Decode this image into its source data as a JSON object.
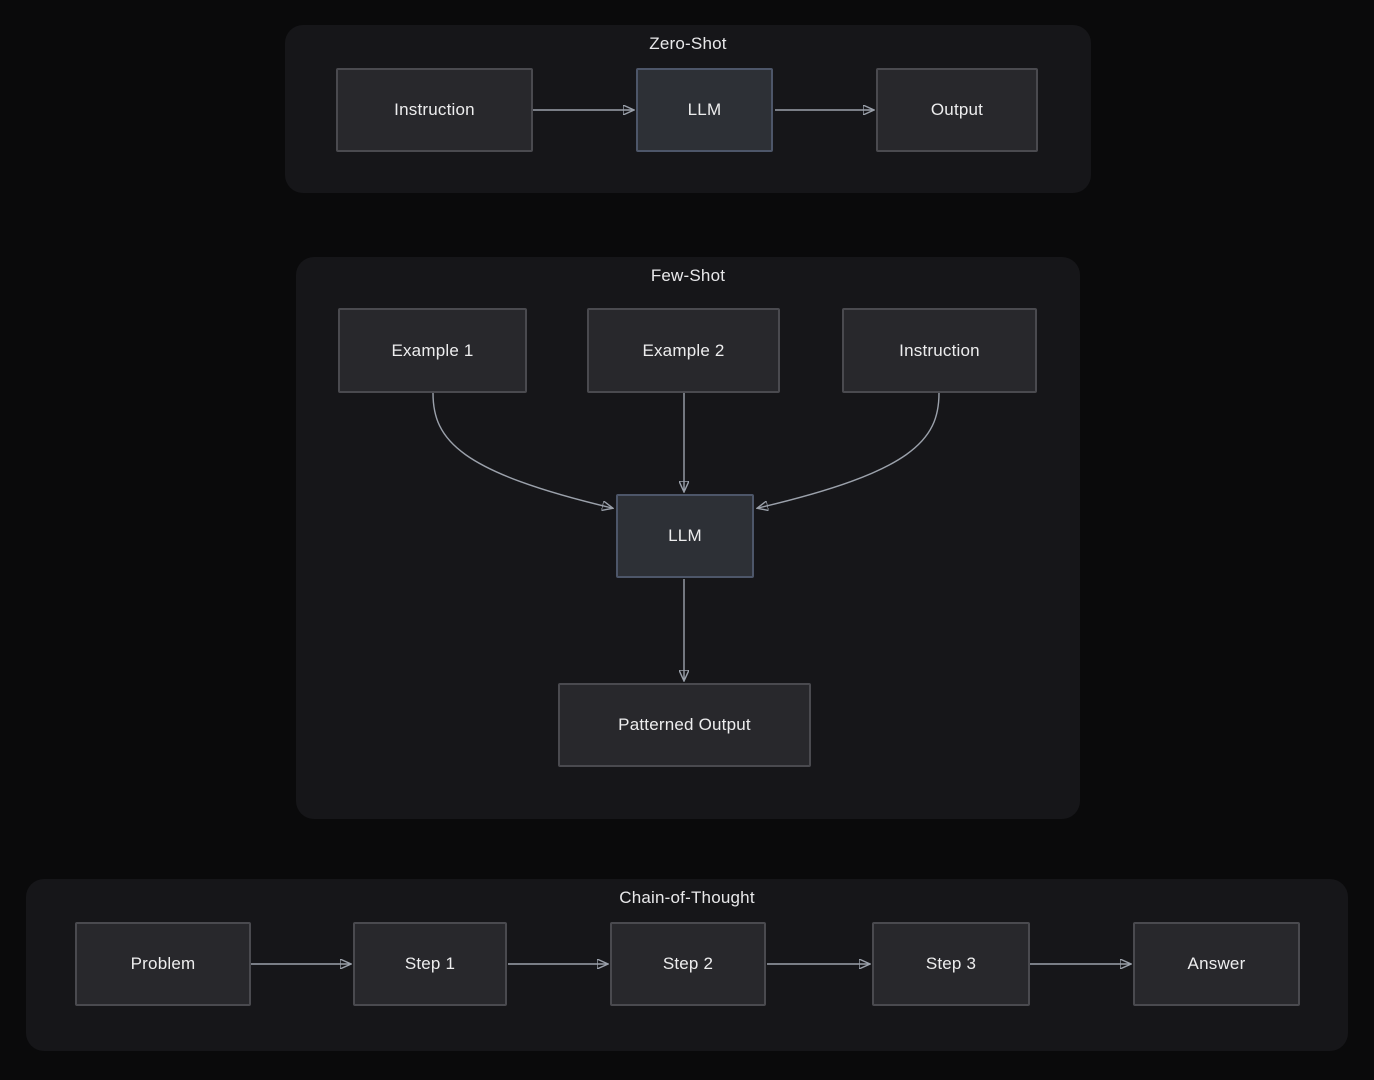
{
  "colors": {
    "background": "#0a0a0b",
    "panel": "#161619",
    "node_fill": "#28282c",
    "node_border": "#4a4a4f",
    "llm_node_fill": "#2d3036",
    "llm_node_border": "#4d5669",
    "text": "#ededee",
    "arrow": "#9ba1ab"
  },
  "zero_shot": {
    "title": "Zero-Shot",
    "nodes": {
      "instruction": "Instruction",
      "llm": "LLM",
      "output": "Output"
    },
    "edges": [
      [
        "Instruction",
        "LLM"
      ],
      [
        "LLM",
        "Output"
      ]
    ]
  },
  "few_shot": {
    "title": "Few-Shot",
    "nodes": {
      "example1": "Example 1",
      "example2": "Example 2",
      "instruction": "Instruction",
      "llm": "LLM",
      "patterned_output": "Patterned Output"
    },
    "edges": [
      [
        "Example 1",
        "LLM"
      ],
      [
        "Example 2",
        "LLM"
      ],
      [
        "Instruction",
        "LLM"
      ],
      [
        "LLM",
        "Patterned Output"
      ]
    ]
  },
  "chain_of_thought": {
    "title": "Chain-of-Thought",
    "nodes": {
      "problem": "Problem",
      "step1": "Step 1",
      "step2": "Step 2",
      "step3": "Step 3",
      "answer": "Answer"
    },
    "edges": [
      [
        "Problem",
        "Step 1"
      ],
      [
        "Step 1",
        "Step 2"
      ],
      [
        "Step 2",
        "Step 3"
      ],
      [
        "Step 3",
        "Answer"
      ]
    ]
  }
}
